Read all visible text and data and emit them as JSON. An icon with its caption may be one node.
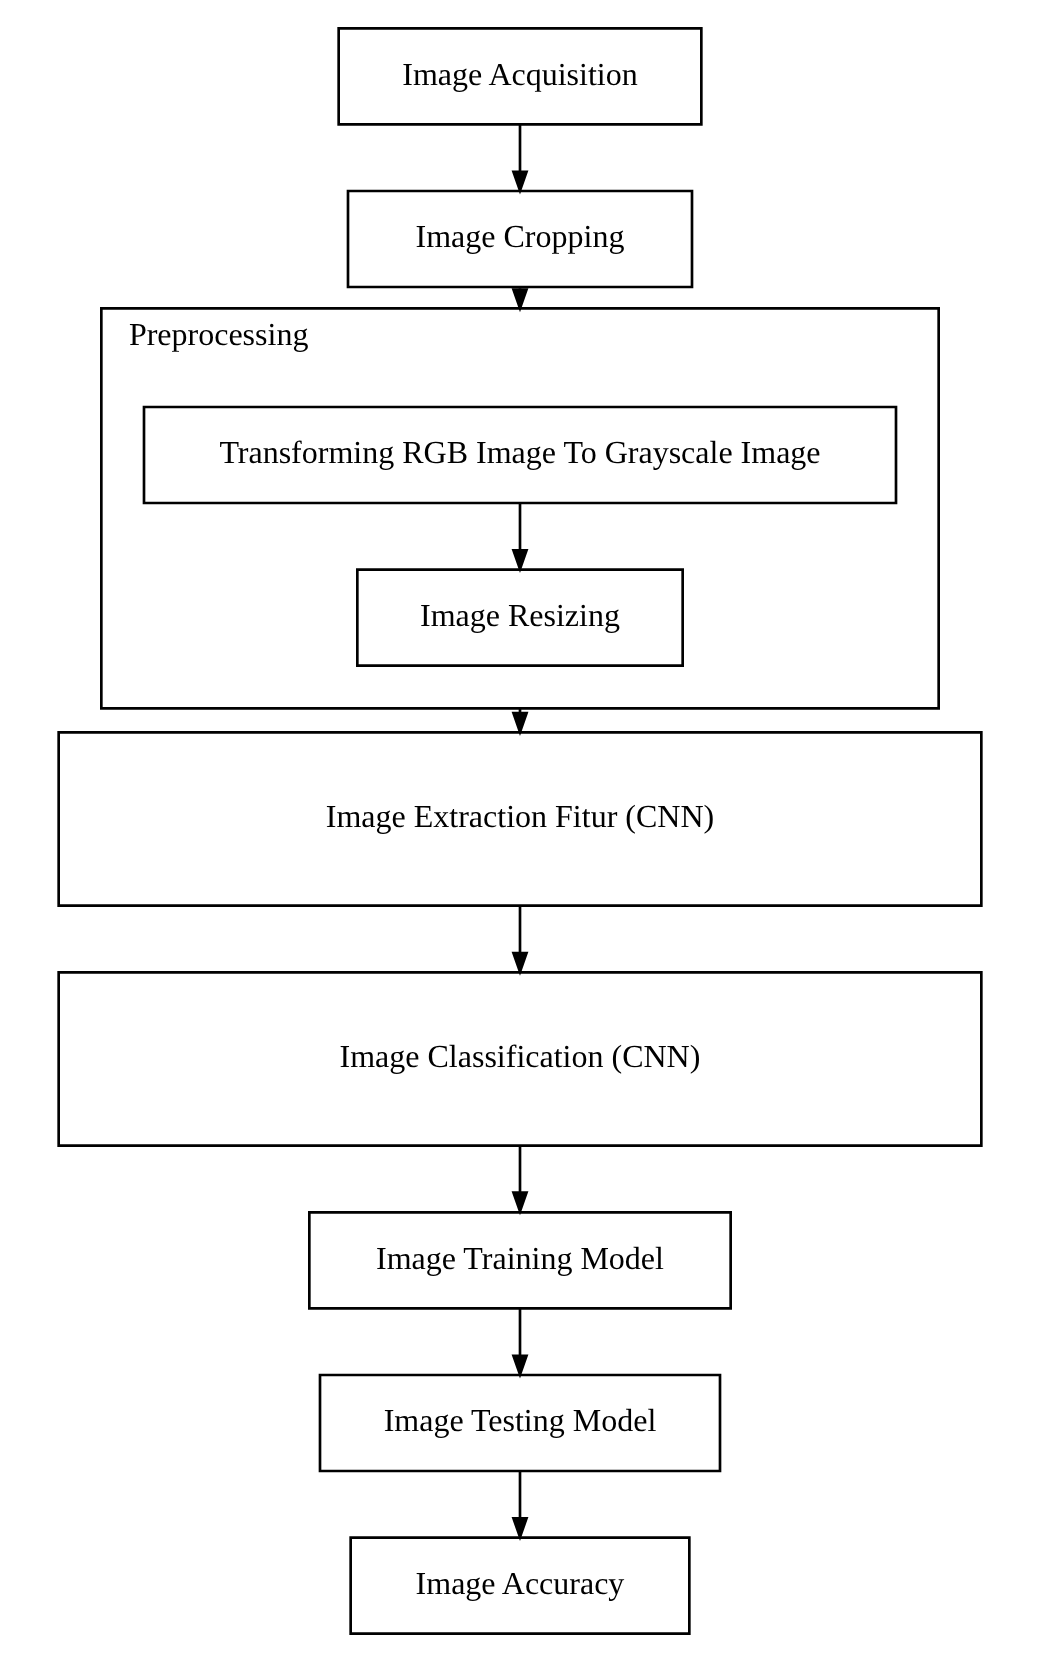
{
  "diagram": {
    "nodes": [
      {
        "text": [
          "Image Acquisition"
        ]
      },
      {
        "text": [
          "Image Cropping"
        ]
      },
      {
        "text": [
          "Preprocessing"
        ]
      },
      {
        "text": [
          "Transforming RGB Image To Grayscale Image"
        ],
        "in": 2
      },
      {
        "text": [
          "Image Resizing"
        ],
        "in": 2
      },
      {
        "text": [
          "Image Extraction Fitur (CNN)"
        ]
      },
      {
        "text": [
          "Image Classification (CNN)"
        ]
      },
      {
        "text": [
          "Image Training Model"
        ]
      },
      {
        "text": [
          "Image Testing Model"
        ]
      },
      {
        "text": [
          "Image Accuracy"
        ]
      }
    ],
    "edges": [
      {
        "from": 0,
        "to": 1,
        "arrow": "to"
      },
      {
        "from": 1,
        "to": 2,
        "arrow": "to"
      },
      {
        "from": 3,
        "to": 4,
        "arrow": "to"
      },
      {
        "from": 2,
        "to": 5,
        "arrow": "to"
      },
      {
        "from": 5,
        "to": 6,
        "arrow": "to"
      },
      {
        "from": 6,
        "to": 7,
        "arrow": "to"
      },
      {
        "from": 7,
        "to": 8,
        "arrow": "to"
      },
      {
        "from": 8,
        "to": 9,
        "arrow": "to"
      }
    ]
  }
}
